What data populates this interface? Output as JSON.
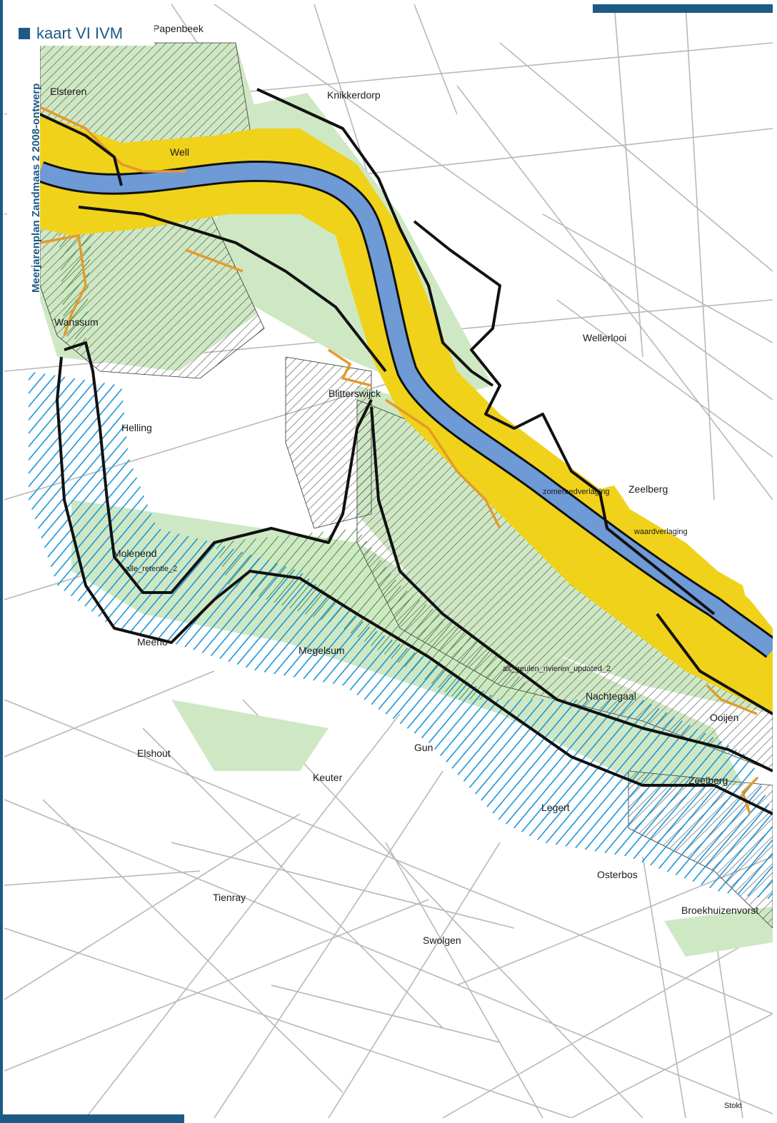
{
  "header": {
    "title": "kaart VI IVM",
    "vertical_title": "Meerjarenplan Zandmaas 2 2008-ontwerp"
  },
  "colors": {
    "frame": "#1d5a86",
    "river": "#6e9ad6",
    "floodplain_yellow": "#f0d21a",
    "green_area": "#cfe8c4",
    "blue_hatch": "#1d95d8",
    "contour_orange": "#e59a2a",
    "roads": "#b8b8b8",
    "boundary": "#111111"
  },
  "places": {
    "papenbeek": "Papenbeek",
    "elsteren": "Elsteren",
    "knikkerdorp": "Knikkerdorp",
    "well": "Well",
    "wanssum": "Wanssum",
    "wellerlooi": "Wellerlooi",
    "blitterswijck": "Blitterswijck",
    "helling": "Helling",
    "zeelberg": "Zeelberg",
    "molenend": "Molenend",
    "meerlo": "Meerlo",
    "megelsum": "Megelsum",
    "nachtegaal": "Nachtegaal",
    "ooijen": "Ooijen",
    "elshout": "Elshout",
    "gun": "Gun",
    "keuter": "Keuter",
    "zeelberg2": "Zeelberg",
    "legert": "Legert",
    "osterbos": "Osterbos",
    "tienray": "Tienray",
    "broekhuizenvorst": "Broekhuizenvorst",
    "swolgen": "Swolgen",
    "stokt": "Stokt"
  },
  "annotations": {
    "zomerbed": "zomerbedverlaging",
    "waard": "waardverlaging",
    "retentie": "alle_retentie_2",
    "nevengeulen": "alt_geulen_rivieren_updated_2"
  }
}
